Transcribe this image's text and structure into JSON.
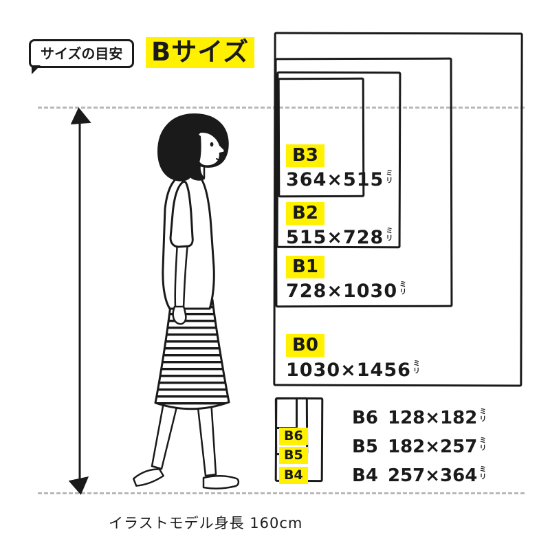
{
  "header": {
    "badge": "サイズの目安",
    "title": "Bサイズ"
  },
  "unit": {
    "top": "ミ",
    "bottom": "リ"
  },
  "large_sizes": [
    {
      "id": "B3",
      "dims": "364×515"
    },
    {
      "id": "B2",
      "dims": "515×728"
    },
    {
      "id": "B1",
      "dims": "728×1030"
    },
    {
      "id": "B0",
      "dims": "1030×1456"
    }
  ],
  "small_sizes": [
    {
      "id": "B6",
      "dims": "128×182"
    },
    {
      "id": "B5",
      "dims": "182×257"
    },
    {
      "id": "B4",
      "dims": "257×364"
    }
  ],
  "footer": {
    "caption": "イラストモデル身長 160cm"
  },
  "colors": {
    "highlight": "#fff100",
    "ink": "#1a1a1a",
    "guide": "#b8b8b8"
  }
}
